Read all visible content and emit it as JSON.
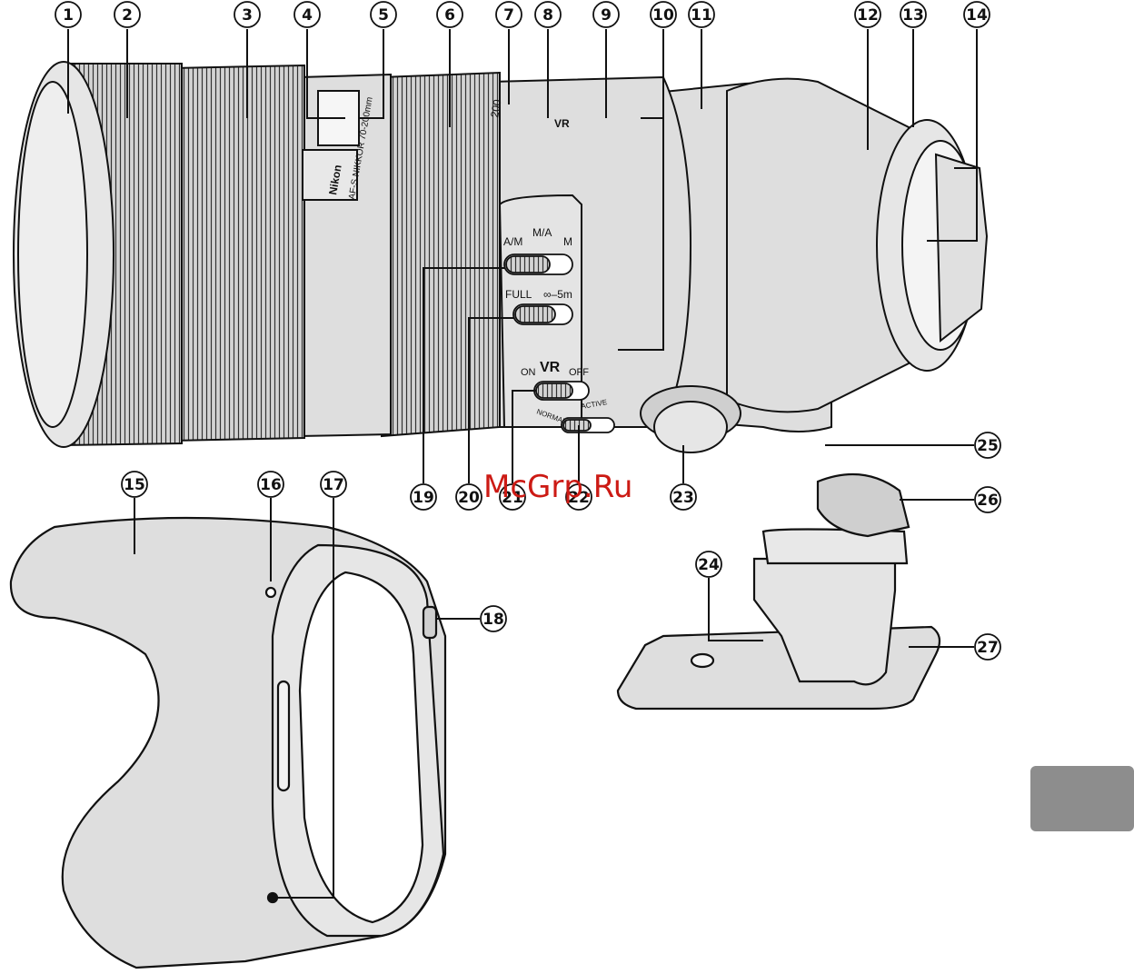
{
  "watermark": "McGrp.Ru",
  "lens": {
    "barrel_text": "AF-S NIKKOR 70-200mm",
    "brand": "Nikon",
    "focal_mark": "200",
    "vr_badge": "VR",
    "switches": {
      "focus_mode": {
        "left": "A/M",
        "mid": "M/A",
        "right": "M"
      },
      "focus_limit": {
        "left": "FULL",
        "right": "∞–5m"
      },
      "vr": {
        "title": "VR",
        "left": "ON",
        "right": "OFF"
      },
      "vr_mode": {
        "left": "NORMAL",
        "right": "ACTIVE"
      }
    }
  },
  "callouts": [
    "1",
    "2",
    "3",
    "4",
    "5",
    "6",
    "7",
    "8",
    "9",
    "10",
    "11",
    "12",
    "13",
    "14",
    "15",
    "16",
    "17",
    "18",
    "19",
    "20",
    "21",
    "22",
    "23",
    "24",
    "25",
    "26",
    "27"
  ],
  "colors": {
    "body": "#dedede",
    "line": "#111111",
    "tab": "#8d8d8d",
    "watermark": "#cc1a14"
  }
}
